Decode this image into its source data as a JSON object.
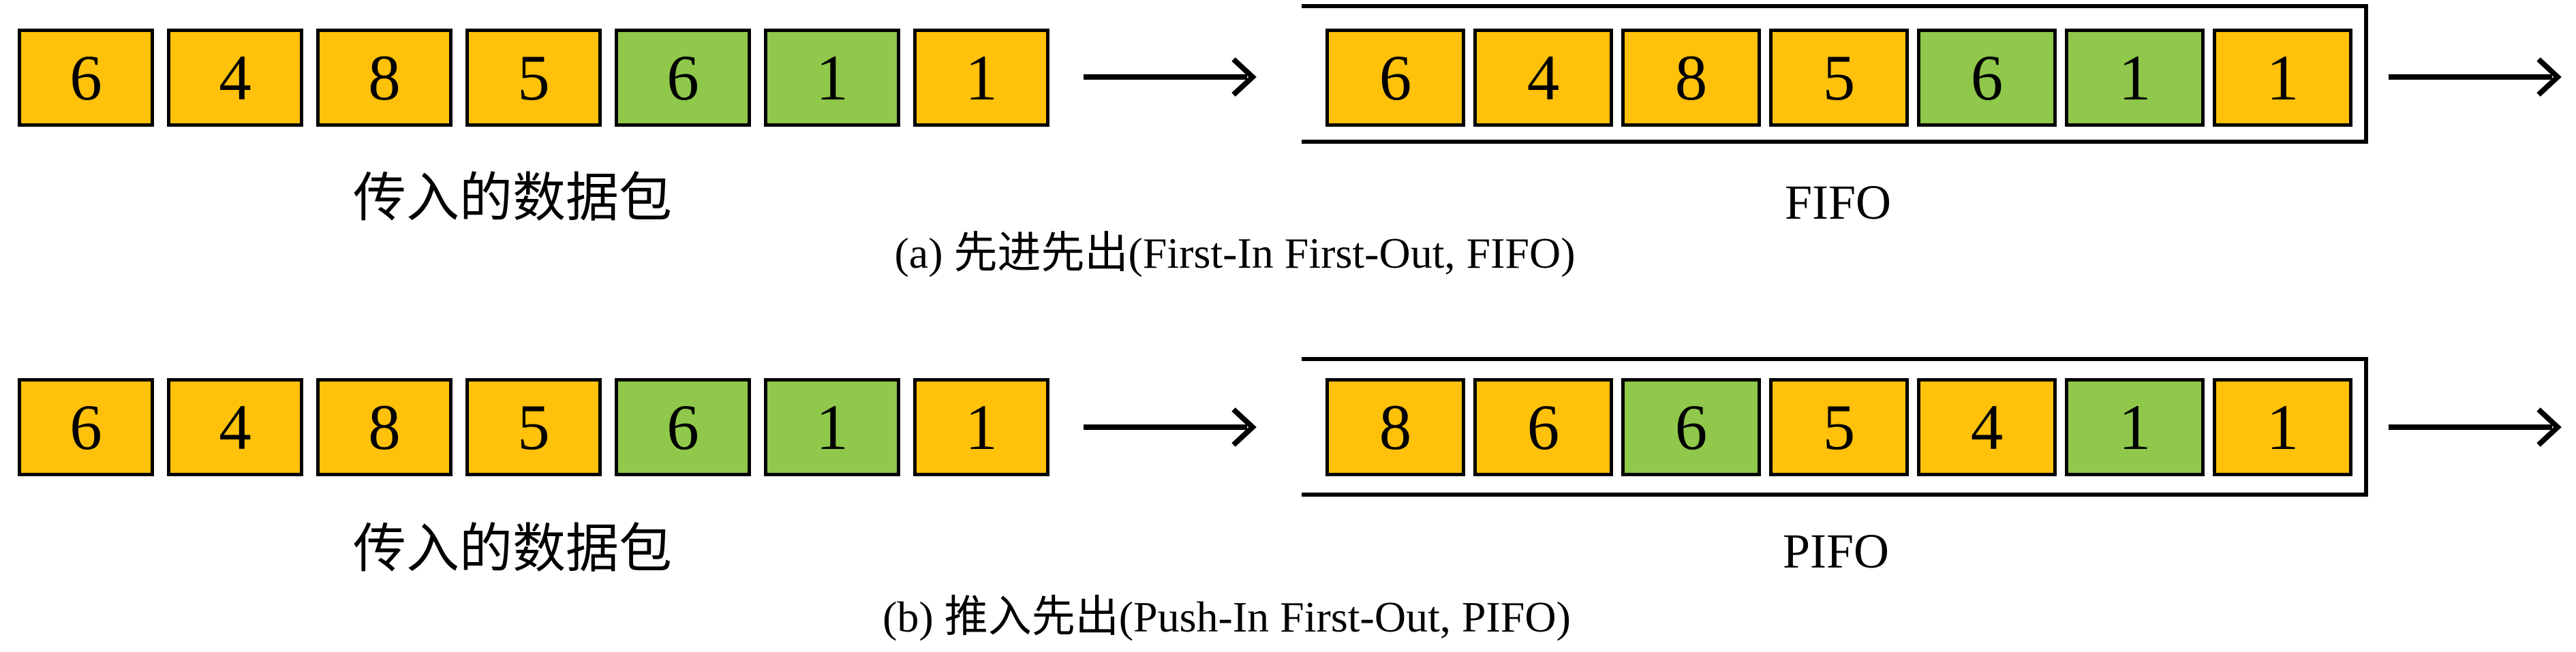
{
  "colors": {
    "background": "#FFFFFF",
    "packet_orange": "#FFC10A",
    "packet_green": "#8FC84A",
    "line_black": "#000000"
  },
  "figures": [
    {
      "id": "a",
      "caption": "(a) 先进先出(First-In First-Out, FIFO)",
      "input": {
        "label": "传入的数据包",
        "cells": [
          {
            "value": "6",
            "color": "#FFC10A"
          },
          {
            "value": "4",
            "color": "#FFC10A"
          },
          {
            "value": "8",
            "color": "#FFC10A"
          },
          {
            "value": "5",
            "color": "#FFC10A"
          },
          {
            "value": "6",
            "color": "#8FC84A"
          },
          {
            "value": "1",
            "color": "#8FC84A"
          },
          {
            "value": "1",
            "color": "#FFC10A"
          }
        ]
      },
      "queue": {
        "label": "FIFO",
        "cells": [
          {
            "value": "6",
            "color": "#FFC10A"
          },
          {
            "value": "4",
            "color": "#FFC10A"
          },
          {
            "value": "8",
            "color": "#FFC10A"
          },
          {
            "value": "5",
            "color": "#FFC10A"
          },
          {
            "value": "6",
            "color": "#8FC84A"
          },
          {
            "value": "1",
            "color": "#8FC84A"
          },
          {
            "value": "1",
            "color": "#FFC10A"
          }
        ]
      }
    },
    {
      "id": "b",
      "caption": "(b) 推入先出(Push-In First-Out, PIFO)",
      "input": {
        "label": "传入的数据包",
        "cells": [
          {
            "value": "6",
            "color": "#FFC10A"
          },
          {
            "value": "4",
            "color": "#FFC10A"
          },
          {
            "value": "8",
            "color": "#FFC10A"
          },
          {
            "value": "5",
            "color": "#FFC10A"
          },
          {
            "value": "6",
            "color": "#8FC84A"
          },
          {
            "value": "1",
            "color": "#8FC84A"
          },
          {
            "value": "1",
            "color": "#FFC10A"
          }
        ]
      },
      "queue": {
        "label": "PIFO",
        "cells": [
          {
            "value": "8",
            "color": "#FFC10A"
          },
          {
            "value": "6",
            "color": "#FFC10A"
          },
          {
            "value": "6",
            "color": "#8FC84A"
          },
          {
            "value": "5",
            "color": "#FFC10A"
          },
          {
            "value": "4",
            "color": "#FFC10A"
          },
          {
            "value": "1",
            "color": "#8FC84A"
          },
          {
            "value": "1",
            "color": "#FFC10A"
          }
        ]
      }
    }
  ]
}
